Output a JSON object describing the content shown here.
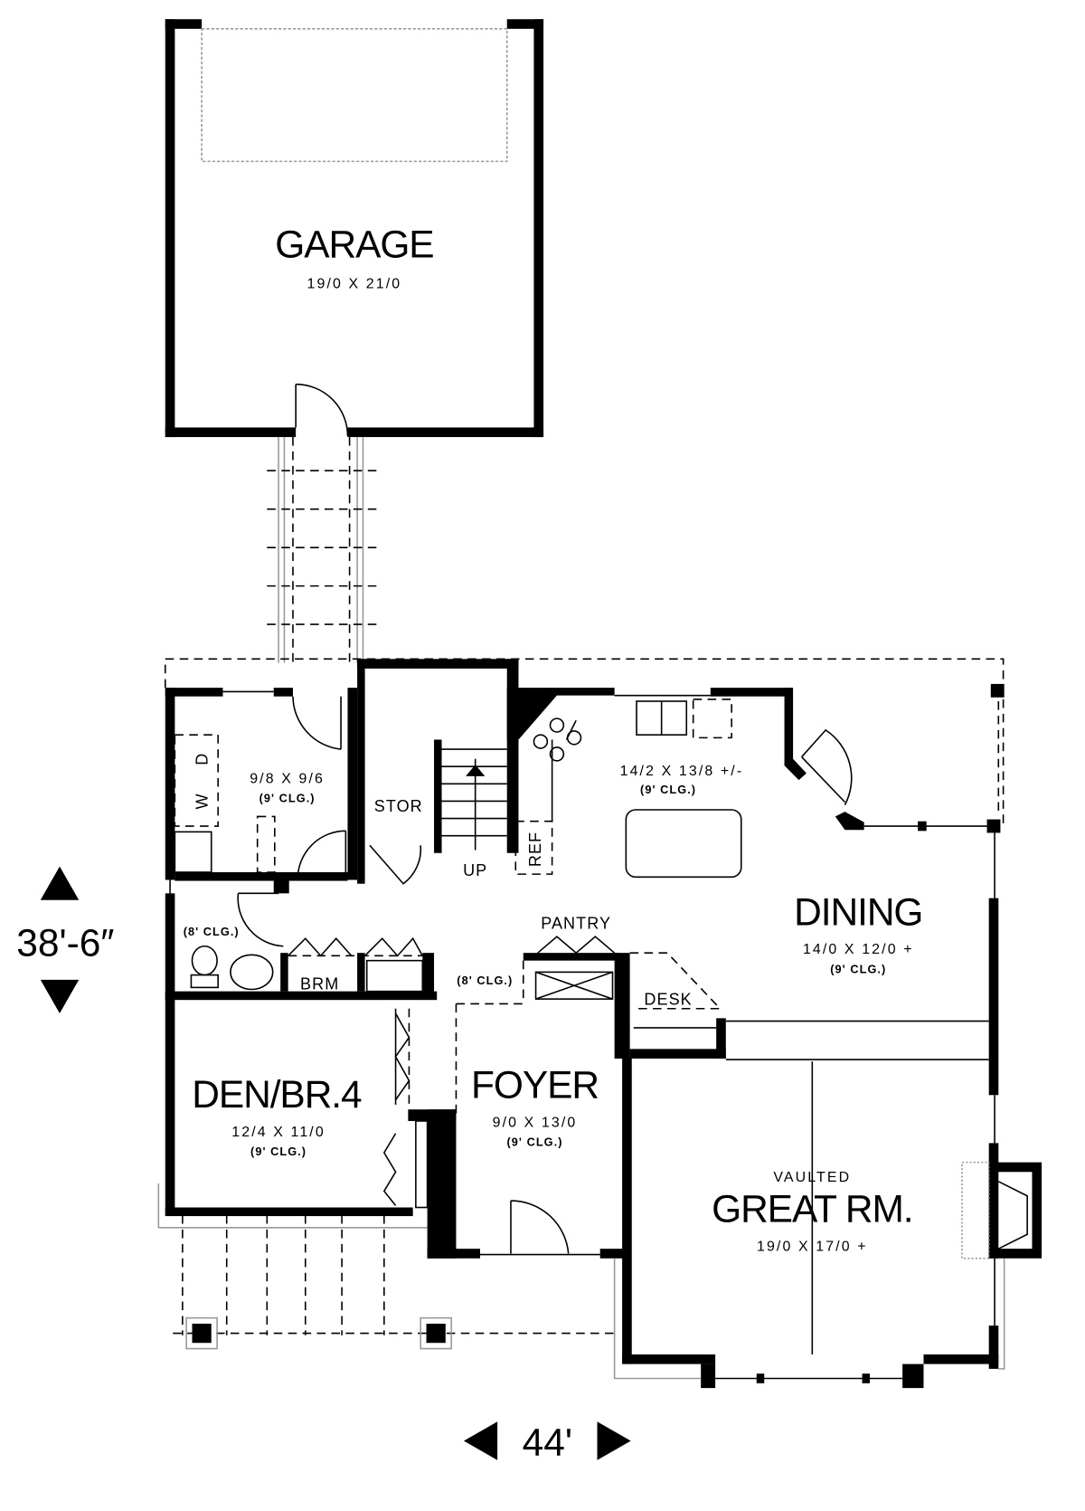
{
  "rooms": {
    "garage": {
      "name": "GARAGE",
      "size": "19/0 X 21/0"
    },
    "laundry": {
      "size": "9/8 X 9/6",
      "ceiling": "(9' CLG.)"
    },
    "kitchen": {
      "size": "14/2 X 13/8 +/-",
      "ceiling": "(9' CLG.)"
    },
    "dining": {
      "name": "DINING",
      "size": "14/0 X 12/0 +",
      "ceiling": "(9' CLG.)"
    },
    "den": {
      "name": "DEN/BR.4",
      "size": "12/4 X 11/0",
      "ceiling": "(9' CLG.)"
    },
    "foyer": {
      "name": "FOYER",
      "size": "9/0 X 13/0",
      "ceiling": "(9' CLG.)"
    },
    "great_room": {
      "prefix": "VAULTED",
      "name": "GREAT RM.",
      "size": "19/0 X 17/0 +"
    },
    "bath": {
      "ceiling": "(8' CLG.)"
    },
    "hall": {
      "ceiling": "(8' CLG.)"
    }
  },
  "labels": {
    "stor": "STOR",
    "up": "UP",
    "ref": "REF",
    "washer": "W",
    "dryer": "D",
    "pantry": "PANTRY",
    "brm": "BRM",
    "desk": "DESK"
  },
  "dimensions": {
    "depth": "38'-6″",
    "width": "44'"
  }
}
